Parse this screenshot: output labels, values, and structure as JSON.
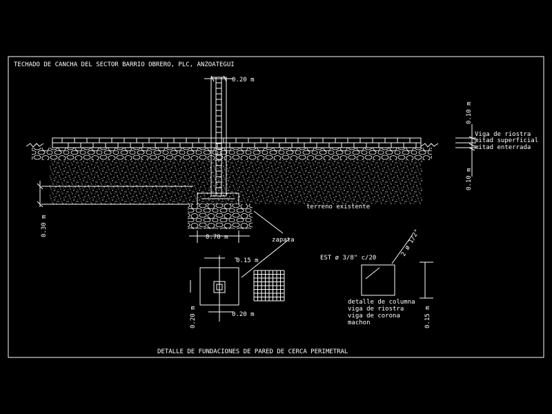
{
  "drawing": {
    "title": "TECHADO DE CANCHA DEL SECTOR BARRIO OBRERO, PLC, ANZOATEGUI",
    "caption": "DETALLE DE FUNDACIONES DE PARED DE CERCA PERIMETRAL"
  },
  "labels": {
    "wall_width": "0.20  m",
    "beam_height_top": "0.10  m",
    "beam_height_bottom": "0.10  m",
    "viga_riostra": "Viga de riostra",
    "mitad_superficial": "mitad superficial",
    "mitad_enterrada": "mitad enterrada",
    "terreno_existente": "terreno existente",
    "footing_depth": "0.30  m",
    "footing_width": "0.70  m",
    "zapata": "zapata",
    "plan_col_width": "0.15  m",
    "plan_width": "0.20  m",
    "plan_height": "0.20  m",
    "estribos": "EST  ø  3/8\"  c/20",
    "rebar": "2  ø  1/2\"",
    "section_height": "0.15  m",
    "detail_1": "detalle de columna",
    "detail_2": "viga de riostra",
    "detail_3": "viga de corona",
    "detail_4": "machon"
  }
}
